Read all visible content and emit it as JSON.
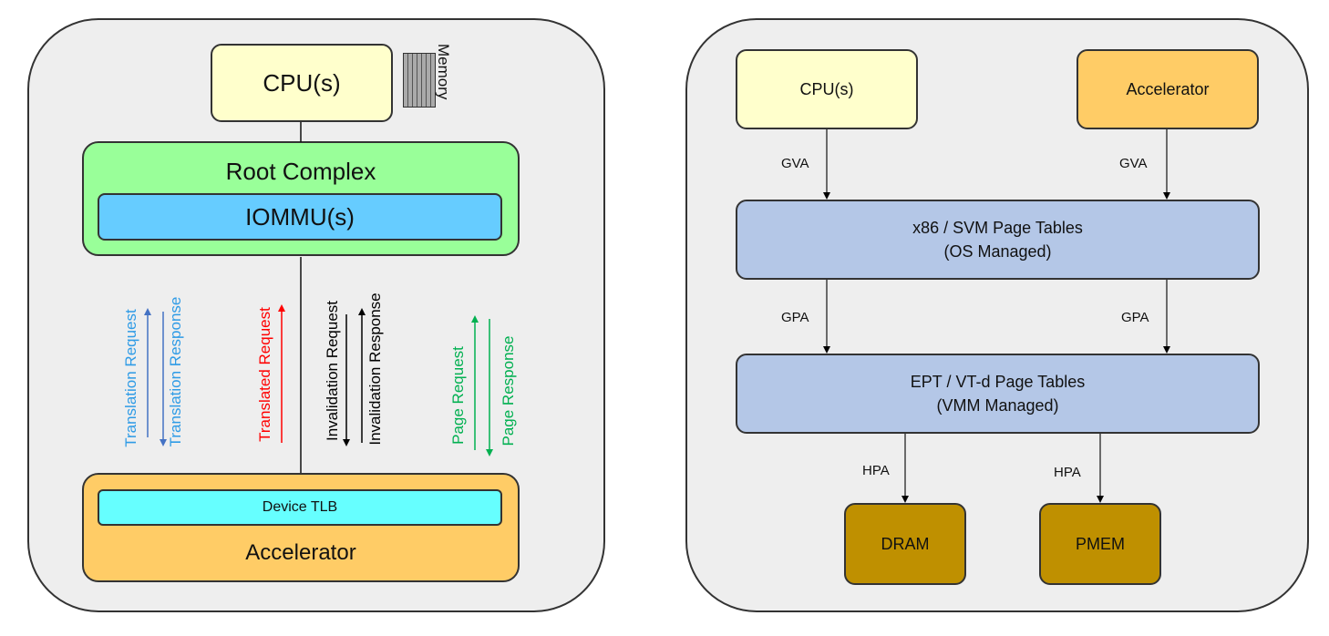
{
  "left": {
    "cpu_label": "CPU(s)",
    "memory_label": "Memory",
    "root_complex_label": "Root Complex",
    "iommu_label": "IOMMU(s)",
    "device_tlb_label": "Device TLB",
    "accelerator_label": "Accelerator",
    "arrows": {
      "translation_request": "Translation Request",
      "translation_response": "Translation Response",
      "translated_request": "Translated Request",
      "invalidation_request": "Invalidation Request",
      "invalidation_response": "Invalidation Response",
      "page_request": "Page Request",
      "page_response": "Page Response"
    }
  },
  "right": {
    "cpu_label": "CPU(s)",
    "accelerator_label": "Accelerator",
    "svm_tables_line1": "x86 / SVM Page Tables",
    "svm_tables_line2": "(OS Managed)",
    "ept_tables_line1": "EPT / VT-d Page Tables",
    "ept_tables_line2": "(VMM Managed)",
    "dram_label": "DRAM",
    "pmem_label": "PMEM",
    "edge_labels": {
      "gva_left": "GVA",
      "gva_right": "GVA",
      "gpa_left": "GPA",
      "gpa_right": "GPA",
      "hpa_left": "HPA",
      "hpa_right": "HPA"
    }
  },
  "colors": {
    "panel_bg": "#eeeeee",
    "cpu_fill": "#ffffcc",
    "root_complex_fill": "#99ff99",
    "iommu_fill": "#66ccff",
    "device_tlb_fill": "#66ffff",
    "accelerator_fill": "#ffcc66",
    "page_table_fill": "#b4c7e7",
    "memory_fill": "#bf9000",
    "translation_blue": "#2e9be6",
    "translation_arrow_blue": "#4472c4",
    "translated_red": "#ff0000",
    "invalidation_black": "#000000",
    "page_green": "#00b050"
  }
}
